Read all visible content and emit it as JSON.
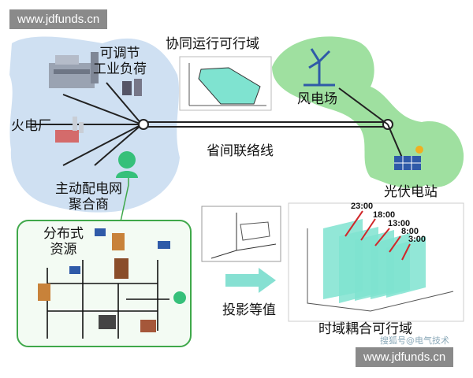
{
  "watermark_top": "www.jdfunds.cn",
  "watermark_bottom": "www.jdfunds.cn",
  "source_mark": "搜狐号@电气技术",
  "labels": {
    "adjustable_load": "可调节\n工业负荷",
    "coordinated_region": "协同运行可行域",
    "wind_farm": "风电场",
    "thermal_plant": "火电厂",
    "tie_line": "省间联络线",
    "pv_station": "光伏电站",
    "aggregator": "主动配电网\n聚合商",
    "distributed_resources": "分布式\n资源",
    "projection_equivalence": "投影等值",
    "time_coupled_region": "时域耦合可行域"
  },
  "time_labels": [
    "23:00",
    "18:00",
    "13:00",
    "8:00",
    "3:00"
  ],
  "colors": {
    "region_blue": "#cfe0f2",
    "region_green": "#9fe0a0",
    "panel_green": "#3fa84a",
    "feasible_cyan": "#7fe3d0",
    "marker_red": "#d0282a"
  }
}
